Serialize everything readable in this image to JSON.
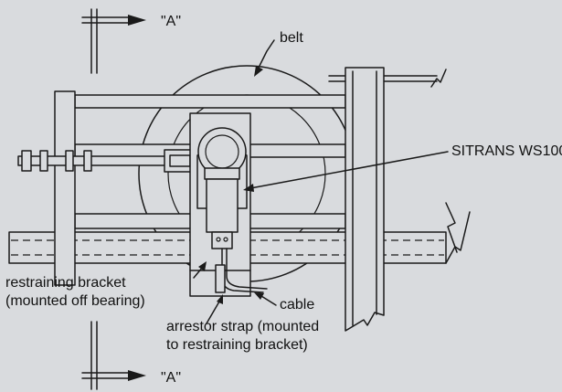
{
  "labels": {
    "section_top": "\"A\"",
    "section_bottom": "\"A\"",
    "belt": "belt",
    "sitrans": "SITRANS WS100",
    "restraining_line1": "restraining bracket",
    "restraining_line2": "(mounted off bearing)",
    "cable": "cable",
    "arrestor_line1": "arrestor strap (mounted",
    "arrestor_line2": "to restraining bracket)"
  },
  "colors": {
    "background": "#d9dbde",
    "line": "#1a1a1a"
  }
}
